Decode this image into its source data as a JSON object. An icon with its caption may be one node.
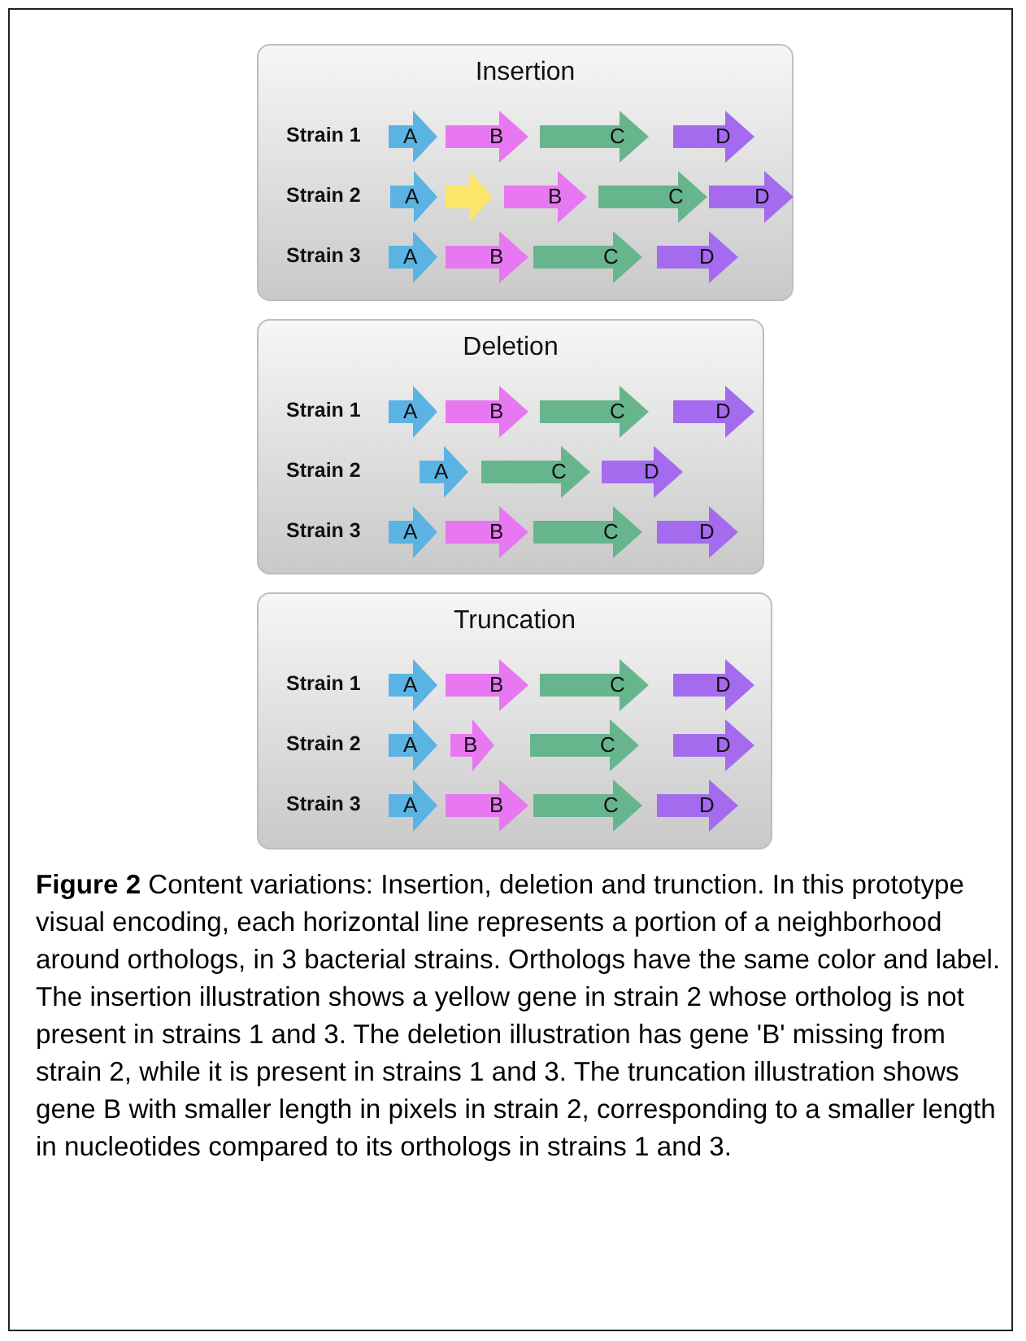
{
  "diagram": {
    "caption": "**Figure 2** Content variations: Insertion, deletion and trunction. In this prototype visual encoding, each horizontal line represents a portion of a neighborhood around orthologs, in 3 bacterial strains. Orthologs have the same color and label. The insertion illustration shows a yellow gene in strain 2 whose ortholog is not present in strains 1 and 3. The deletion illustration has gene 'B' missing from strain 2, while it is present in strains 1 and 3. The truncation illustration shows gene B with smaller length in pixels in strain 2, corresponding to a smaller length in nucleotides compared to its orthologs in strains 1 and 3.",
    "nodes": [
      {
        "text": [
          "Insertion"
        ]
      },
      {
        "text": [
          "A"
        ],
        "in": 0
      },
      {
        "text": [
          "B"
        ],
        "in": 0
      },
      {
        "text": [
          "C"
        ],
        "in": 0
      },
      {
        "text": [
          "D"
        ],
        "in": 0
      },
      {
        "text": [
          "A"
        ],
        "in": 0
      },
      {
        "text": [],
        "shape": "arrow",
        "in": 0
      },
      {
        "text": [
          "B"
        ],
        "in": 0
      },
      {
        "text": [
          "C"
        ],
        "in": 0
      },
      {
        "text": [
          "D"
        ],
        "in": 0
      },
      {
        "text": [
          "A"
        ],
        "in": 0
      },
      {
        "text": [
          "B"
        ],
        "in": 0
      },
      {
        "text": [
          "C"
        ],
        "in": 0
      },
      {
        "text": [
          "D"
        ],
        "in": 0
      },
      {
        "text": [
          "Deletion"
        ]
      },
      {
        "text": [
          "A"
        ],
        "in": 14
      },
      {
        "text": [
          "B"
        ],
        "in": 14
      },
      {
        "text": [
          "C"
        ],
        "in": 14
      },
      {
        "text": [
          "D"
        ],
        "in": 14
      },
      {
        "text": [
          "A"
        ],
        "in": 14
      },
      {
        "text": [
          "C"
        ],
        "in": 14
      },
      {
        "text": [
          "D"
        ],
        "in": 14
      },
      {
        "text": [
          "A"
        ],
        "in": 14
      },
      {
        "text": [
          "B"
        ],
        "in": 14
      },
      {
        "text": [
          "C"
        ],
        "in": 14
      },
      {
        "text": [
          "D"
        ],
        "in": 14
      },
      {
        "text": [
          "Truncation"
        ]
      },
      {
        "text": [
          "A"
        ],
        "in": 26
      },
      {
        "text": [
          "B"
        ],
        "in": 26
      },
      {
        "text": [
          "C"
        ],
        "in": 26
      },
      {
        "text": [
          "D"
        ],
        "in": 26
      },
      {
        "text": [
          "A"
        ],
        "in": 26
      },
      {
        "text": [
          "B"
        ],
        "in": 26
      },
      {
        "text": [
          "C"
        ],
        "in": 26
      },
      {
        "text": [
          "D"
        ],
        "in": 26
      },
      {
        "text": [
          "A"
        ],
        "in": 26
      },
      {
        "text": [
          "B"
        ],
        "in": 26
      },
      {
        "text": [
          "C"
        ],
        "in": 26
      },
      {
        "text": [
          "D"
        ],
        "in": 26
      }
    ],
    "labels": [
      "Strain 1",
      "Strain 2",
      "Strain 3",
      "Strain 1",
      "Strain 2",
      "Strain 3",
      "Strain 1",
      "Strain 2",
      "Strain 3"
    ]
  }
}
